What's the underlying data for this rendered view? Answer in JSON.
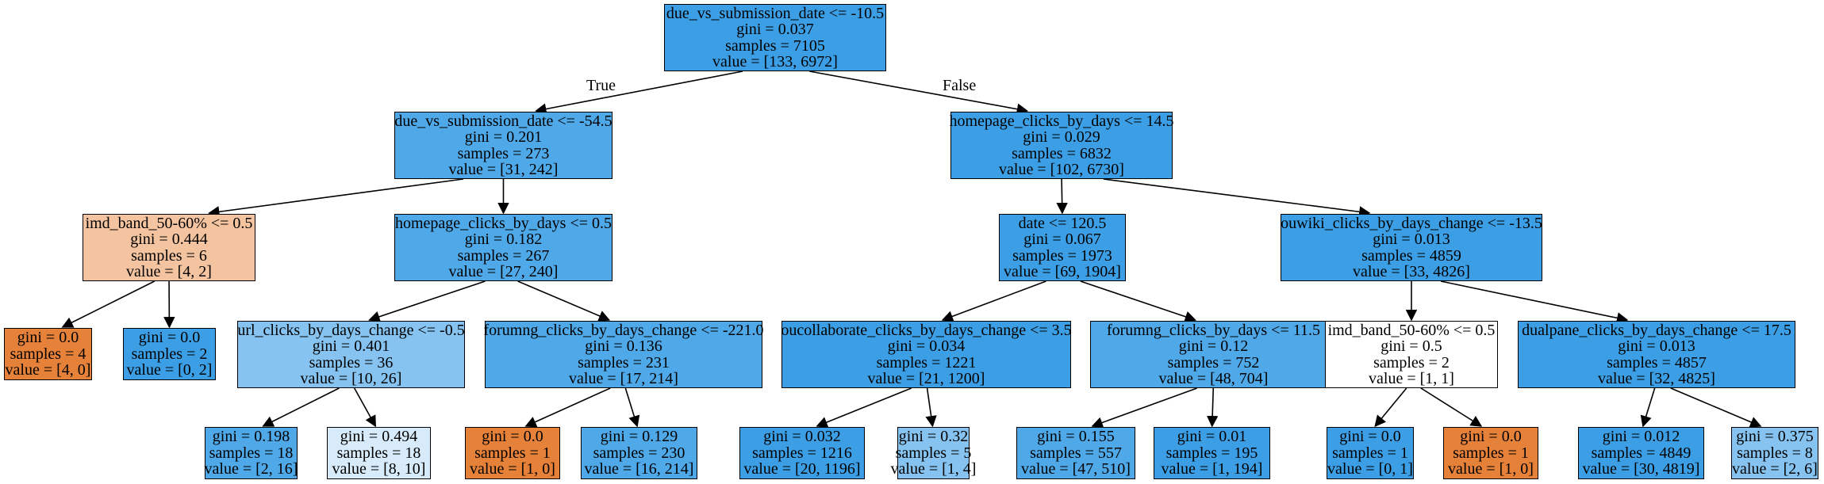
{
  "colors": {
    "blue_dark": "#3c9fe6",
    "blue_mid": "#4fa8e8",
    "blue_light": "#86c3f0",
    "blue_pale": "#d8ebfa",
    "orange": "#e58139",
    "orange_light": "#f4c4a0",
    "white": "#ffffff"
  },
  "edges": {
    "true_label": "True",
    "false_label": "False"
  },
  "nodes": [
    {
      "id": "n0",
      "color": "blue_dark",
      "lines": [
        "due_vs_submission_date <= -10.5",
        "gini = 0.037",
        "samples = 7105",
        "value = [133, 6972]"
      ]
    },
    {
      "id": "n1",
      "color": "blue_mid",
      "lines": [
        "due_vs_submission_date <= -54.5",
        "gini = 0.201",
        "samples = 273",
        "value = [31, 242]"
      ]
    },
    {
      "id": "n2",
      "color": "blue_dark",
      "lines": [
        "homepage_clicks_by_days <= 14.5",
        "gini = 0.029",
        "samples = 6832",
        "value = [102, 6730]"
      ]
    },
    {
      "id": "n3",
      "color": "orange_light",
      "lines": [
        "imd_band_50-60% <= 0.5",
        "gini = 0.444",
        "samples = 6",
        "value = [4, 2]"
      ]
    },
    {
      "id": "n4",
      "color": "blue_mid",
      "lines": [
        "homepage_clicks_by_days <= 0.5",
        "gini = 0.182",
        "samples = 267",
        "value = [27, 240]"
      ]
    },
    {
      "id": "n5",
      "color": "blue_dark",
      "lines": [
        "date <= 120.5",
        "gini = 0.067",
        "samples = 1973",
        "value = [69, 1904]"
      ]
    },
    {
      "id": "n6",
      "color": "blue_dark",
      "lines": [
        "ouwiki_clicks_by_days_change <= -13.5",
        "gini = 0.013",
        "samples = 4859",
        "value = [33, 4826]"
      ]
    },
    {
      "id": "n7",
      "color": "orange",
      "lines": [
        "gini = 0.0",
        "samples = 4",
        "value = [4, 0]"
      ]
    },
    {
      "id": "n8",
      "color": "blue_dark",
      "lines": [
        "gini = 0.0",
        "samples = 2",
        "value = [0, 2]"
      ]
    },
    {
      "id": "n9",
      "color": "blue_light",
      "lines": [
        "url_clicks_by_days_change <= -0.5",
        "gini = 0.401",
        "samples = 36",
        "value = [10, 26]"
      ]
    },
    {
      "id": "n10",
      "color": "blue_mid",
      "lines": [
        "forumng_clicks_by_days_change <= -221.0",
        "gini = 0.136",
        "samples = 231",
        "value = [17, 214]"
      ]
    },
    {
      "id": "n11",
      "color": "blue_dark",
      "lines": [
        "oucollaborate_clicks_by_days_change <= 3.5",
        "gini = 0.034",
        "samples = 1221",
        "value = [21, 1200]"
      ]
    },
    {
      "id": "n12",
      "color": "blue_mid",
      "lines": [
        "forumng_clicks_by_days <= 11.5",
        "gini = 0.12",
        "samples = 752",
        "value = [48, 704]"
      ]
    },
    {
      "id": "n13",
      "color": "white",
      "lines": [
        "imd_band_50-60% <= 0.5",
        "gini = 0.5",
        "samples = 2",
        "value = [1, 1]"
      ]
    },
    {
      "id": "n14",
      "color": "blue_dark",
      "lines": [
        "dualpane_clicks_by_days_change <= 17.5",
        "gini = 0.013",
        "samples = 4857",
        "value = [32, 4825]"
      ]
    },
    {
      "id": "n15",
      "color": "blue_mid",
      "lines": [
        "gini = 0.198",
        "samples = 18",
        "value = [2, 16]"
      ]
    },
    {
      "id": "n16",
      "color": "blue_pale",
      "lines": [
        "gini = 0.494",
        "samples = 18",
        "value = [8, 10]"
      ]
    },
    {
      "id": "n17",
      "color": "orange",
      "lines": [
        "gini = 0.0",
        "samples = 1",
        "value = [1, 0]"
      ]
    },
    {
      "id": "n18",
      "color": "blue_mid",
      "lines": [
        "gini = 0.129",
        "samples = 230",
        "value = [16, 214]"
      ]
    },
    {
      "id": "n19",
      "color": "blue_dark",
      "lines": [
        "gini = 0.032",
        "samples = 1216",
        "value = [20, 1196]"
      ]
    },
    {
      "id": "n20",
      "color": "blue_light",
      "lines": [
        "gini = 0.32",
        "samples = 5",
        "value = [1, 4]"
      ]
    },
    {
      "id": "n21",
      "color": "blue_mid",
      "lines": [
        "gini = 0.155",
        "samples = 557",
        "value = [47, 510]"
      ]
    },
    {
      "id": "n22",
      "color": "blue_dark",
      "lines": [
        "gini = 0.01",
        "samples = 195",
        "value = [1, 194]"
      ]
    },
    {
      "id": "n23",
      "color": "blue_dark",
      "lines": [
        "gini = 0.0",
        "samples = 1",
        "value = [0, 1]"
      ]
    },
    {
      "id": "n24",
      "color": "orange",
      "lines": [
        "gini = 0.0",
        "samples = 1",
        "value = [1, 0]"
      ]
    },
    {
      "id": "n25",
      "color": "blue_dark",
      "lines": [
        "gini = 0.012",
        "samples = 4849",
        "value = [30, 4819]"
      ]
    },
    {
      "id": "n26",
      "color": "blue_light",
      "lines": [
        "gini = 0.375",
        "samples = 8",
        "value = [2, 6]"
      ]
    }
  ]
}
